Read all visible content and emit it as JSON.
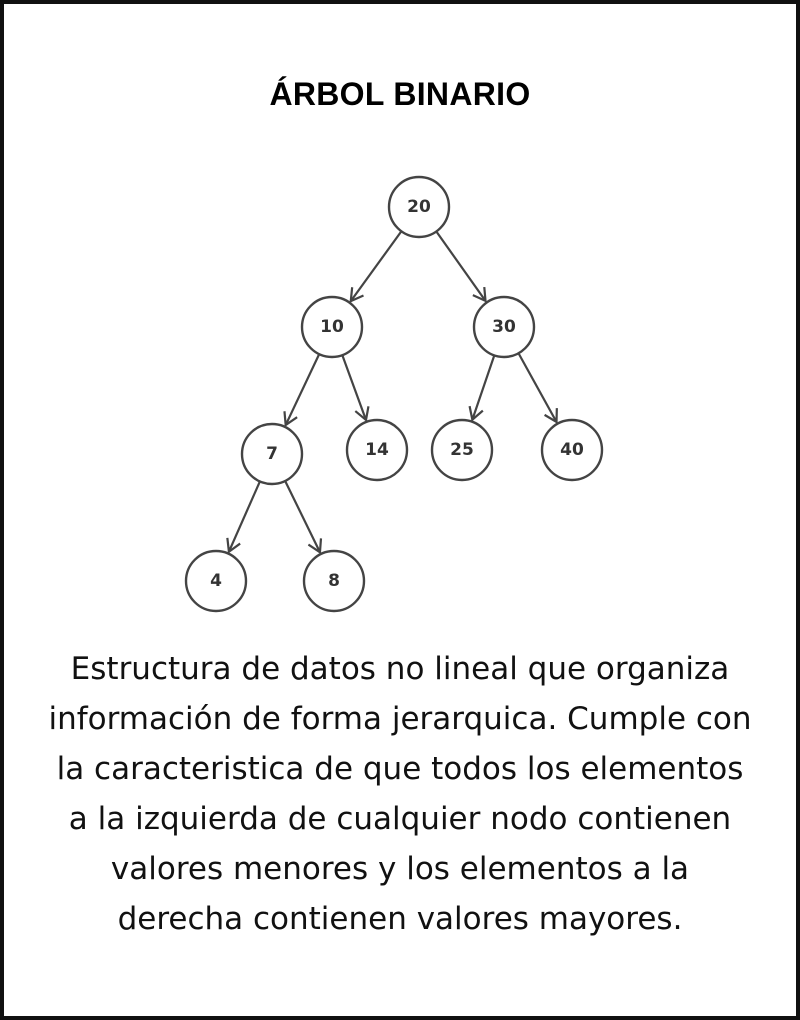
{
  "title": "ÁRBOL BINARIO",
  "tree": {
    "nodes": [
      {
        "id": "n20",
        "label": "20"
      },
      {
        "id": "n10",
        "label": "10"
      },
      {
        "id": "n30",
        "label": "30"
      },
      {
        "id": "n7",
        "label": "7"
      },
      {
        "id": "n14",
        "label": "14"
      },
      {
        "id": "n25",
        "label": "25"
      },
      {
        "id": "n40",
        "label": "40"
      },
      {
        "id": "n4",
        "label": "4"
      },
      {
        "id": "n8",
        "label": "8"
      }
    ],
    "edges": [
      {
        "from": "n20",
        "to": "n10"
      },
      {
        "from": "n20",
        "to": "n30"
      },
      {
        "from": "n10",
        "to": "n7"
      },
      {
        "from": "n10",
        "to": "n14"
      },
      {
        "from": "n30",
        "to": "n25"
      },
      {
        "from": "n30",
        "to": "n40"
      },
      {
        "from": "n7",
        "to": "n4"
      },
      {
        "from": "n7",
        "to": "n8"
      }
    ]
  },
  "description": "Estructura de datos no lineal que organiza información de forma jerarquica. Cumple con la caracteristica de que todos los elementos a la izquierda de cualquier nodo contienen valores menores y los elementos a la derecha contienen valores mayores.",
  "colors": {
    "border": "#111111",
    "node_stroke": "#444444",
    "text": "#111111"
  }
}
